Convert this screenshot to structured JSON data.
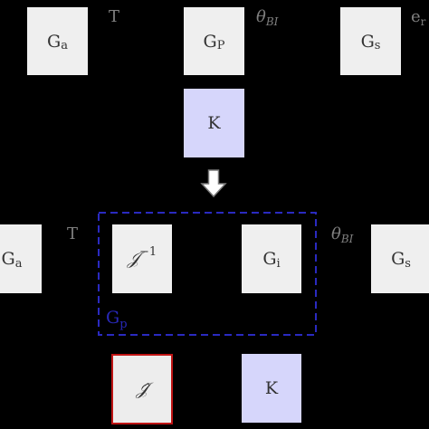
{
  "top_row": {
    "ga": {
      "main": "G",
      "sub": "a"
    },
    "gp": {
      "main": "G",
      "sub": "P"
    },
    "gs": {
      "main": "G",
      "sub": "s"
    },
    "k": "K",
    "label_t": "T",
    "label_theta": {
      "main": "θ",
      "sub": "BI"
    },
    "label_e": {
      "main": "e",
      "sub": "r"
    }
  },
  "bottom_row": {
    "ga": {
      "main": "G",
      "sub": "a"
    },
    "jinv": {
      "main": "𝒥",
      "sup": "−1"
    },
    "gi": {
      "main": "G",
      "sub": "i"
    },
    "gs": {
      "main": "G",
      "sub": "s"
    },
    "jhat": "𝒥̂",
    "k": "K",
    "label_t": "T",
    "label_theta": {
      "main": "θ",
      "sub": "BI"
    },
    "group_label": {
      "main": "G",
      "sub": "p"
    }
  },
  "colors": {
    "background": "#000000",
    "block": "#efefef",
    "k_block": "#d6d6fb",
    "highlight_border": "#c01515",
    "group_border": "#2a2ac0",
    "arrow": "#ffffff"
  }
}
